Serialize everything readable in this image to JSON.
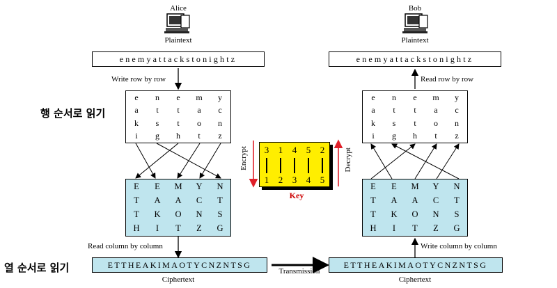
{
  "alice": {
    "name": "Alice",
    "plaintext_label": "Plaintext",
    "plaintext": "enemyattackstonightz"
  },
  "bob": {
    "name": "Bob",
    "plaintext_label": "Plaintext",
    "plaintext": "enemyattackstonightz"
  },
  "labels": {
    "write_row": "Write row by row",
    "read_row": "Read row by row",
    "read_col": "Read column by column",
    "write_col": "Write column by column",
    "row_korean": "행 순서로 읽기",
    "col_korean": "열 순서로 읽기",
    "encrypt": "Encrypt",
    "decrypt": "Decrypt",
    "key": "Key",
    "transmission": "Transmission",
    "ciphertext_left": "Ciphertext",
    "ciphertext_right": "Ciphertext"
  },
  "ciphertext": "ETTHEAKIMAOTYCNZNTSG",
  "plain_grid": [
    [
      "e",
      "n",
      "e",
      "m",
      "y"
    ],
    [
      "a",
      "t",
      "t",
      "a",
      "c"
    ],
    [
      "k",
      "s",
      "t",
      "o",
      "n"
    ],
    [
      "i",
      "g",
      "h",
      "t",
      "z"
    ]
  ],
  "cipher_grid": [
    [
      "E",
      "E",
      "M",
      "Y",
      "N"
    ],
    [
      "T",
      "A",
      "A",
      "C",
      "T"
    ],
    [
      "T",
      "K",
      "O",
      "N",
      "S"
    ],
    [
      "H",
      "I",
      "T",
      "Z",
      "G"
    ]
  ],
  "key": {
    "top": [
      "3",
      "1",
      "4",
      "5",
      "2"
    ],
    "bottom": [
      "1",
      "2",
      "3",
      "4",
      "5"
    ]
  },
  "colors": {
    "cipher_fill": "#bfe5ee",
    "key_fill": "#ffee00",
    "arrow_red": "#e0202a",
    "key_label": "#cc0000"
  }
}
